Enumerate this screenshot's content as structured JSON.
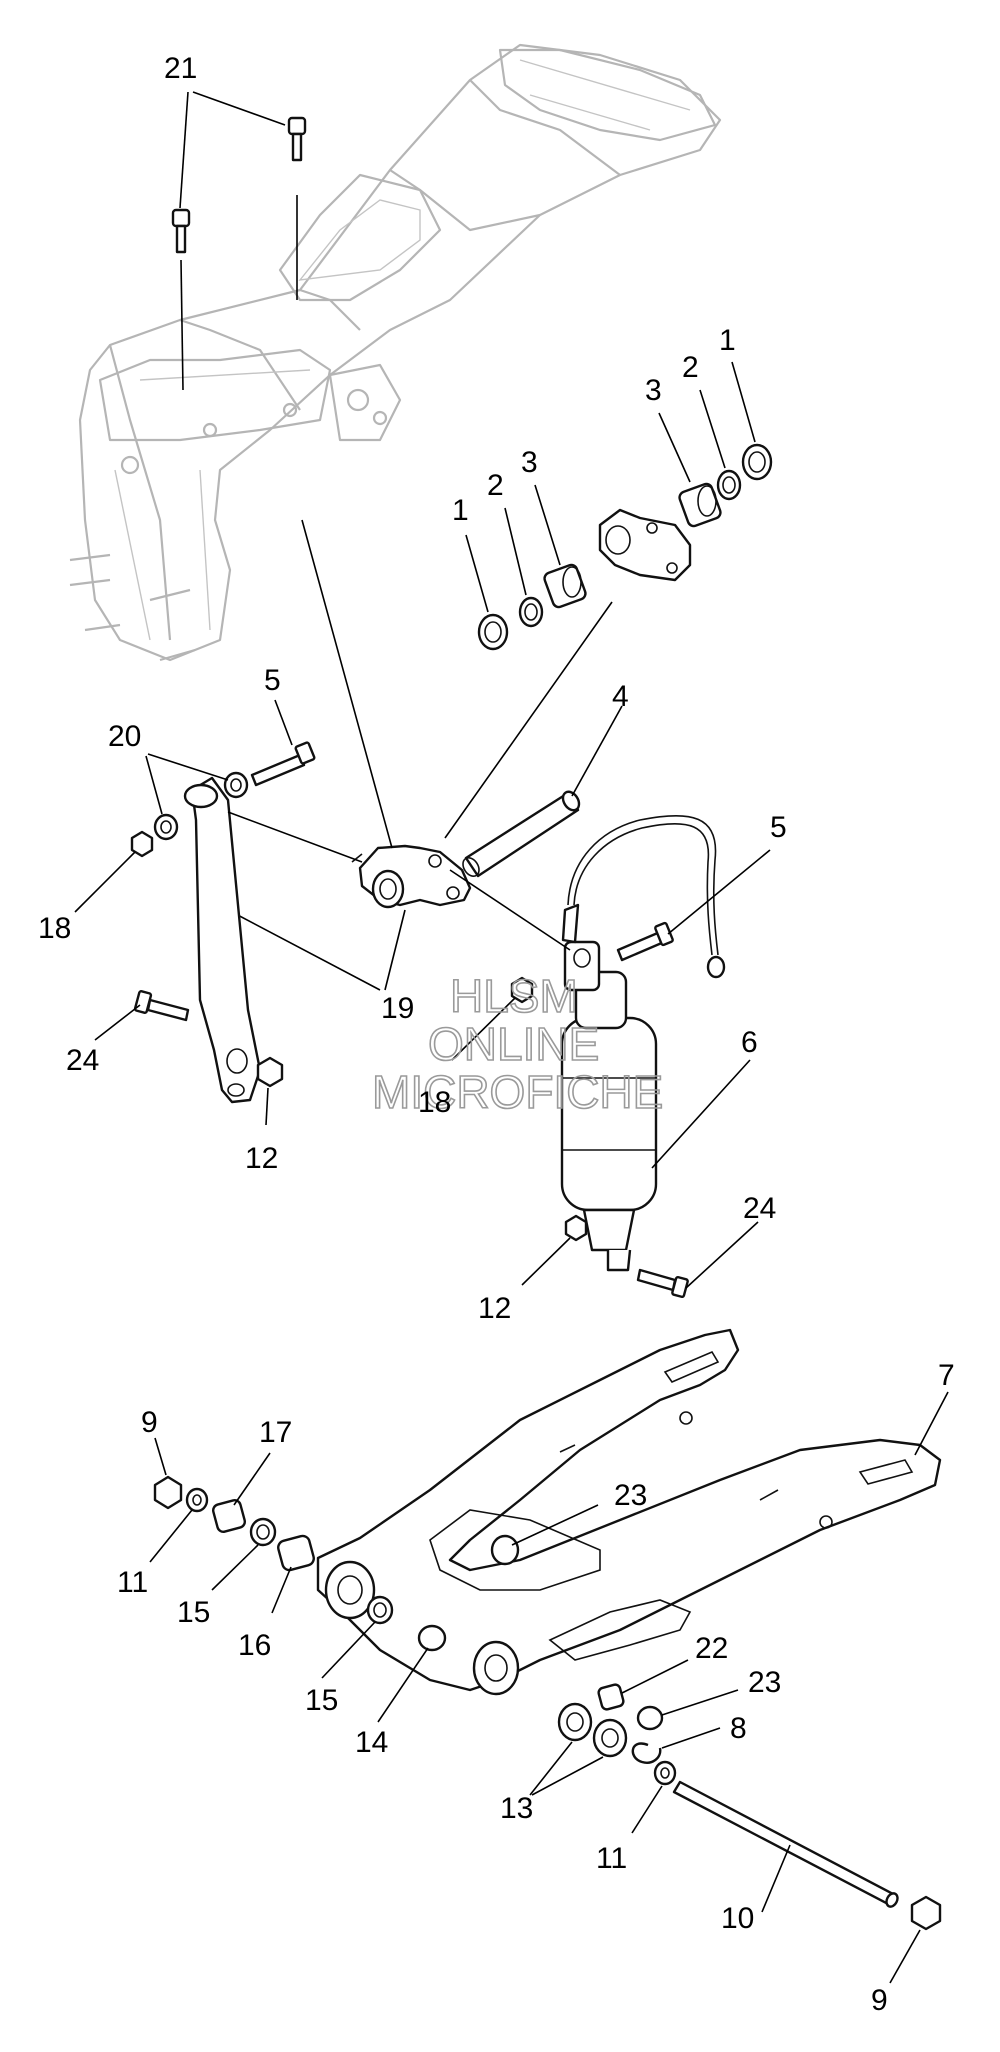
{
  "watermark": {
    "line1": "HLSM",
    "line2": "ONLINE",
    "line3": "MICROFICHE"
  },
  "callouts": [
    {
      "id": "c21",
      "label": "21"
    },
    {
      "id": "c1a",
      "label": "1"
    },
    {
      "id": "c2a",
      "label": "2"
    },
    {
      "id": "c3a",
      "label": "3"
    },
    {
      "id": "c1b",
      "label": "1"
    },
    {
      "id": "c2b",
      "label": "2"
    },
    {
      "id": "c3b",
      "label": "3"
    },
    {
      "id": "c5a",
      "label": "5"
    },
    {
      "id": "c20",
      "label": "20"
    },
    {
      "id": "c4",
      "label": "4"
    },
    {
      "id": "c5b",
      "label": "5"
    },
    {
      "id": "c18a",
      "label": "18"
    },
    {
      "id": "c19",
      "label": "19"
    },
    {
      "id": "c24a",
      "label": "24"
    },
    {
      "id": "c18b",
      "label": "18"
    },
    {
      "id": "c6",
      "label": "6"
    },
    {
      "id": "c12a",
      "label": "12"
    },
    {
      "id": "c24b",
      "label": "24"
    },
    {
      "id": "c12b",
      "label": "12"
    },
    {
      "id": "c9a",
      "label": "9"
    },
    {
      "id": "c17",
      "label": "17"
    },
    {
      "id": "c7",
      "label": "7"
    },
    {
      "id": "c23a",
      "label": "23"
    },
    {
      "id": "c11a",
      "label": "11"
    },
    {
      "id": "c15a",
      "label": "15"
    },
    {
      "id": "c16",
      "label": "16"
    },
    {
      "id": "c22",
      "label": "22"
    },
    {
      "id": "c23b",
      "label": "23"
    },
    {
      "id": "c15b",
      "label": "15"
    },
    {
      "id": "c14",
      "label": "14"
    },
    {
      "id": "c8",
      "label": "8"
    },
    {
      "id": "c13",
      "label": "13"
    },
    {
      "id": "c11b",
      "label": "11"
    },
    {
      "id": "c10",
      "label": "10"
    },
    {
      "id": "c9b",
      "label": "9"
    }
  ]
}
